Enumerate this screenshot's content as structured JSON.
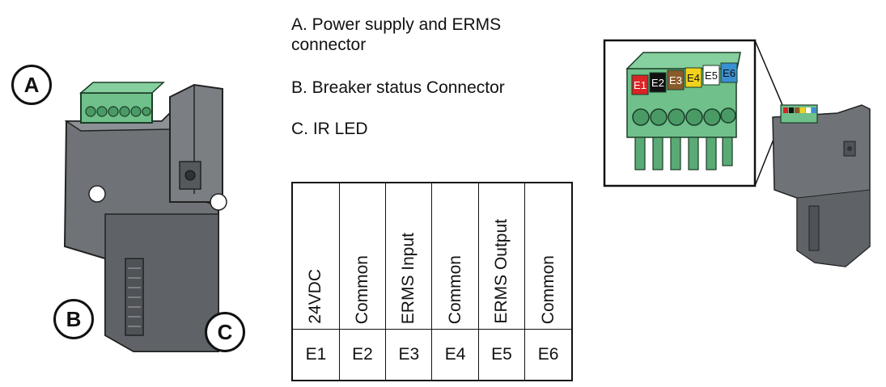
{
  "callouts": {
    "a": "A",
    "b": "B",
    "c": "C"
  },
  "legend": {
    "a_line1": "A. Power supply and ERMS",
    "a_line2": "connector",
    "b": "B. Breaker status Connector",
    "c": "C. IR LED"
  },
  "pin_table": {
    "functions": [
      "24VDC",
      "Common",
      "ERMS Input",
      "Common",
      "ERMS Output",
      "Common"
    ],
    "terminals": [
      "E1",
      "E2",
      "E3",
      "E4",
      "E5",
      "E6"
    ]
  },
  "terminal_colors": [
    "#d92326",
    "#111111",
    "#8a5a2b",
    "#f2d21b",
    "#ffffff",
    "#3a8fd0"
  ],
  "colors": {
    "connector_green": "#6fc08a",
    "module_gray": "#6f7378"
  }
}
